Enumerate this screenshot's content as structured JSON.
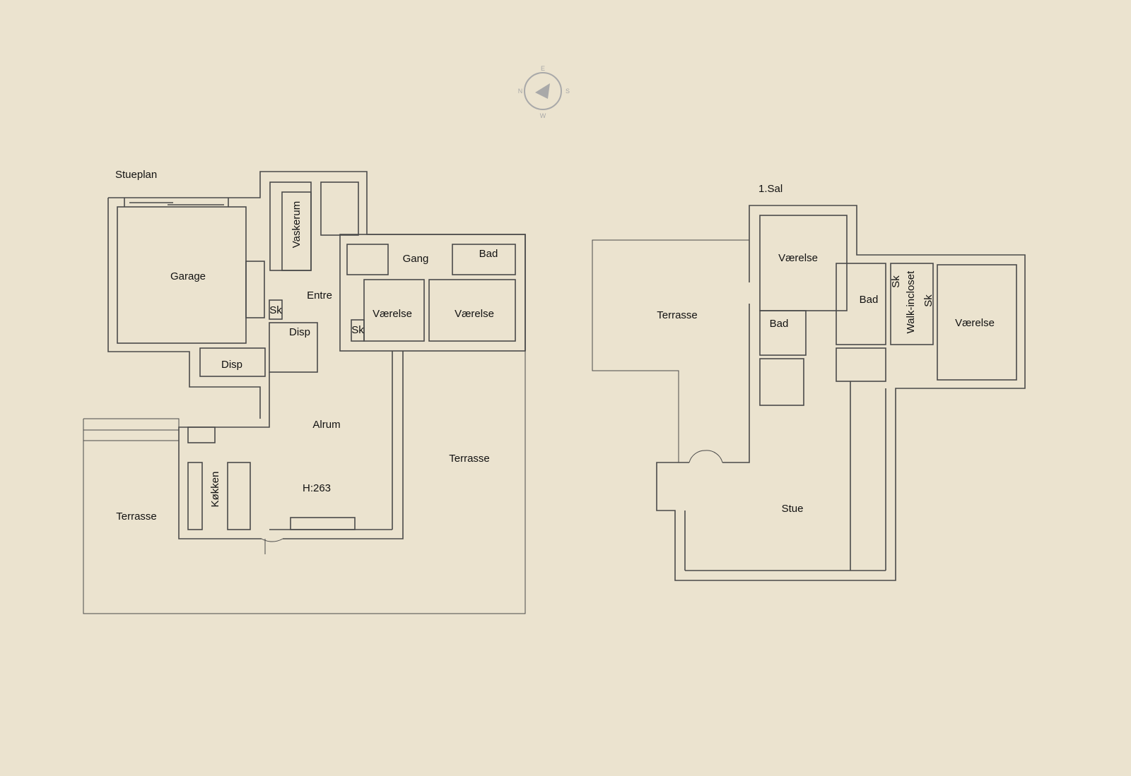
{
  "compass": {
    "n": "N",
    "e": "E",
    "s": "S",
    "w": "W",
    "icon": "compass-icon"
  },
  "ground_floor": {
    "title": "Stueplan",
    "rooms": {
      "garage": "Garage",
      "disp1": "Disp",
      "disp2": "Disp",
      "vaskerum": "Vaskerum",
      "entre": "Entre",
      "sk1": "Sk",
      "sk2": "Sk",
      "gang": "Gang",
      "bad": "Bad",
      "vaerelse1": "Værelse",
      "vaerelse2": "Værelse",
      "alrum": "Alrum",
      "height": "H:263",
      "kokken": "Køkken",
      "terrasse1": "Terrasse",
      "terrasse2": "Terrasse"
    }
  },
  "first_floor": {
    "title": "1.Sal",
    "rooms": {
      "terrasse": "Terrasse",
      "vaerelse1": "Værelse",
      "vaerelse2": "Værelse",
      "bad1": "Bad",
      "bad2": "Bad",
      "sk1": "Sk",
      "sk2": "Sk",
      "walkin": "Walk-incloset",
      "stue": "Stue"
    }
  }
}
